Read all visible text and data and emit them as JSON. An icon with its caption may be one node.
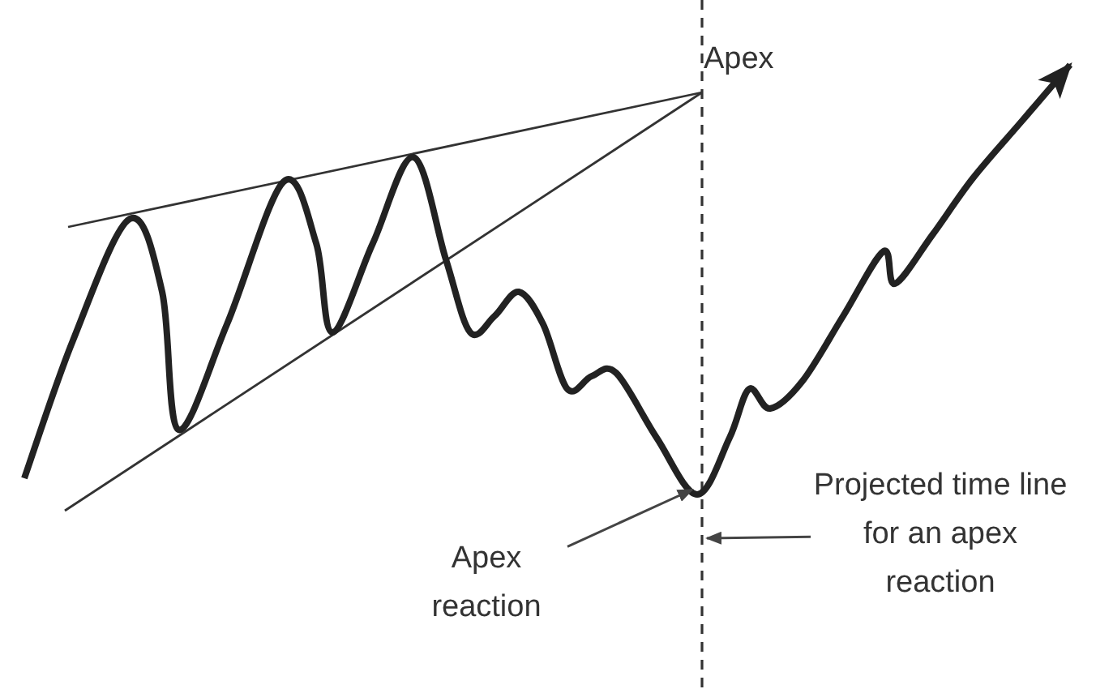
{
  "diagram": {
    "nodes": [
      {
        "text": [
          "Apex reaction"
        ]
      },
      {
        "text": [
          "Projected time line for an apex reaction"
        ]
      }
    ],
    "edges": [
      {
        "from": 0,
        "to": null,
        "arrow": "to"
      },
      {
        "from": 1,
        "to": null,
        "arrow": "to"
      }
    ],
    "labels": [
      "Apex"
    ]
  }
}
